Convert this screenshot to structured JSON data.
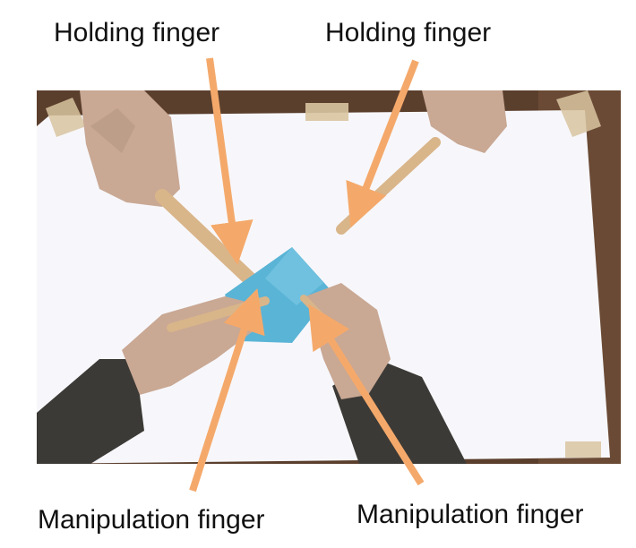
{
  "labels": {
    "holding_left": "Holding finger",
    "holding_right": "Holding finger",
    "manipulation_left": "Manipulation finger",
    "manipulation_right": "Manipulation finger"
  },
  "colors": {
    "arrow": "#f4a96b",
    "paper_sheet": "#f7f7fb",
    "table": "#5b3f2d",
    "origami": "#5ab4d6",
    "stick": "#d9b58a",
    "skin": "#c9a894",
    "sleeve": "#3c3a36"
  },
  "scene": {
    "description_icons": [
      "holding-stick-left",
      "holding-stick-right",
      "manipulation-stick-left",
      "manipulation-stick-right",
      "origami-paper"
    ]
  }
}
